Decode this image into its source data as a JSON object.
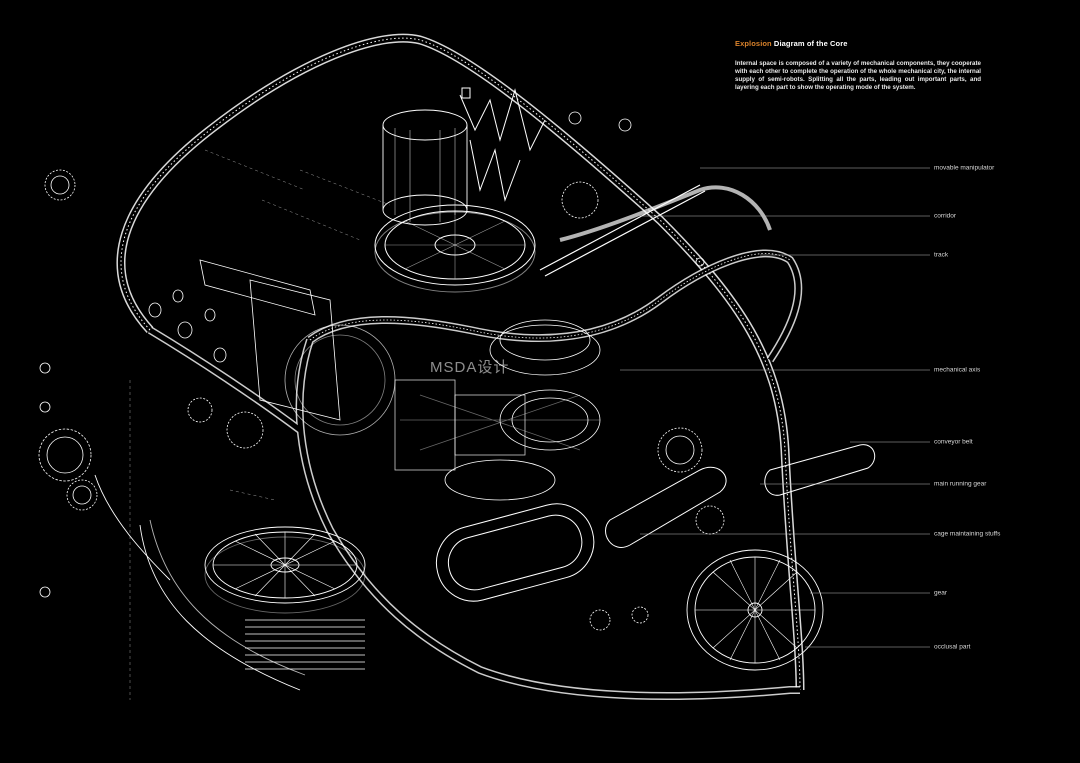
{
  "header": {
    "title_accent": "Explosion",
    "title_rest": " Diagram of the Core",
    "description": "Internal space is composed of a variety of mechanical components, they cooperate with each other to complete the operation of the whole mechanical city, the internal supply of semi-robots. Splitting all the parts, leading out important parts, and layering each part to show the operating mode of the system."
  },
  "labels": [
    "movable manipulator",
    "corridor",
    "track",
    "mechanical axis",
    "conveyor belt",
    "main running gear",
    "cage maintaining stuffs",
    "gear",
    "occlusal part"
  ],
  "watermark": "MSDA设计",
  "colors": {
    "background": "#000000",
    "accent": "#d9822b",
    "line": "#ffffff"
  }
}
